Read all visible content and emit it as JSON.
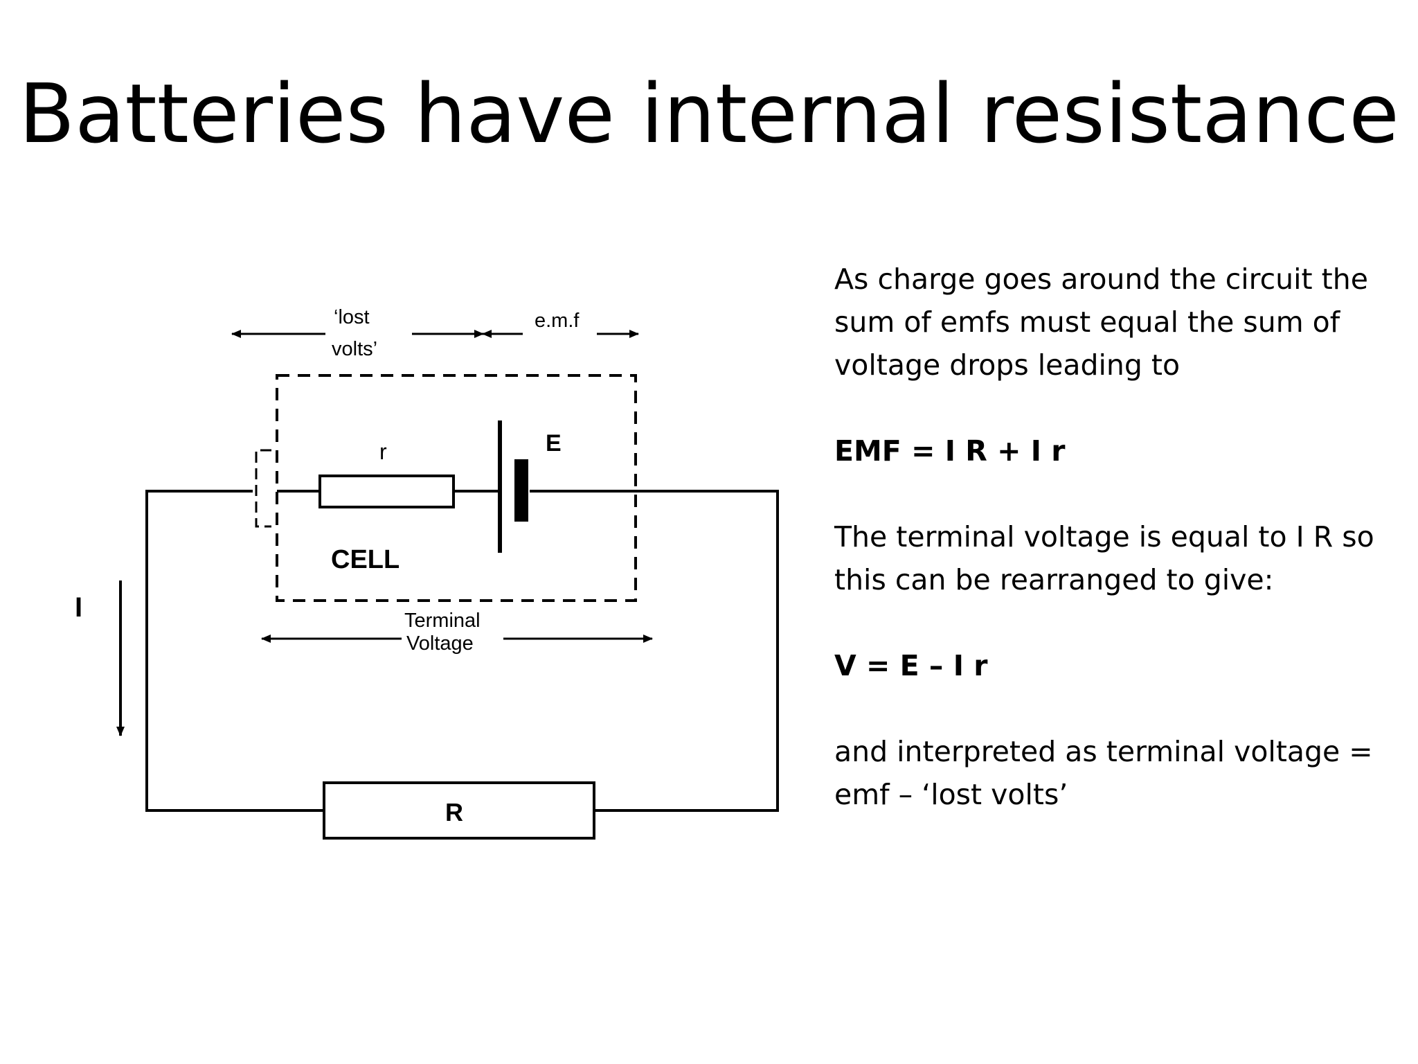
{
  "slide": {
    "title": "Batteries have internal resistance"
  },
  "diagram": {
    "lost_volts_line1": "‘lost",
    "lost_volts_line2": "volts’",
    "emf_label": "e.m.f",
    "internal_resistor_label": "r",
    "emf_symbol": "E",
    "cell_label": "CELL",
    "terminal_voltage_line1": "Terminal",
    "terminal_voltage_line2": "Voltage",
    "current_label": "I",
    "load_resistor_label": "R"
  },
  "text": {
    "intro_line1": "As charge goes around the circuit the",
    "intro_line2": "sum of emfs must equal the sum of",
    "intro_line3": "voltage drops leading to",
    "equation1": "EMF = I R + I r",
    "terminal_line1": "The terminal voltage is equal to I R so",
    "terminal_line2": "this can be rearranged to give:",
    "equation2": "V = E – I r",
    "interpret_line1": "and interpreted as terminal voltage =",
    "interpret_line2": "emf – ‘lost volts’"
  }
}
